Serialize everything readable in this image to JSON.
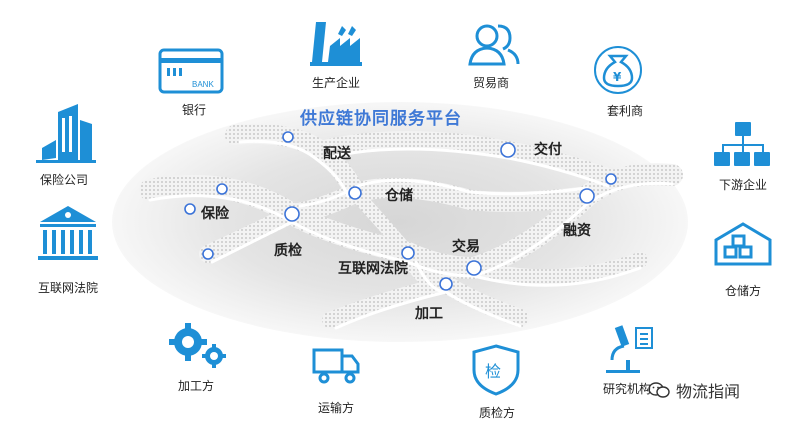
{
  "platform": {
    "title": "供应链协同服务平台"
  },
  "nodes": {
    "peisong": "配送",
    "cangchu": "仓储",
    "jiaofu": "交付",
    "baoxian": "保险",
    "zhijian": "质检",
    "jiaoyi": "交易",
    "rongzi": "融资",
    "fayuan": "互联网法院",
    "jiagong": "加工"
  },
  "participants": {
    "yinhang": "银行",
    "shengchan": "生产企业",
    "maoyi": "贸易商",
    "taoli": "套利商",
    "baoxian_gs": "保险公司",
    "fayuan": "互联网法院",
    "xiayou": "下游企业",
    "cangchu_f": "仓储方",
    "jiagong_f": "加工方",
    "yunshu": "运输方",
    "zhijian_f": "质检方",
    "yanjiu": "研究机构"
  },
  "icons": {
    "bank_text": "BANK",
    "money_glyph": "¥",
    "inspect_glyph": "检"
  },
  "watermark": "物流指闻",
  "colors": {
    "accent": "#1e8fd6",
    "title": "#3f79d6",
    "node": "#3b73d8"
  }
}
